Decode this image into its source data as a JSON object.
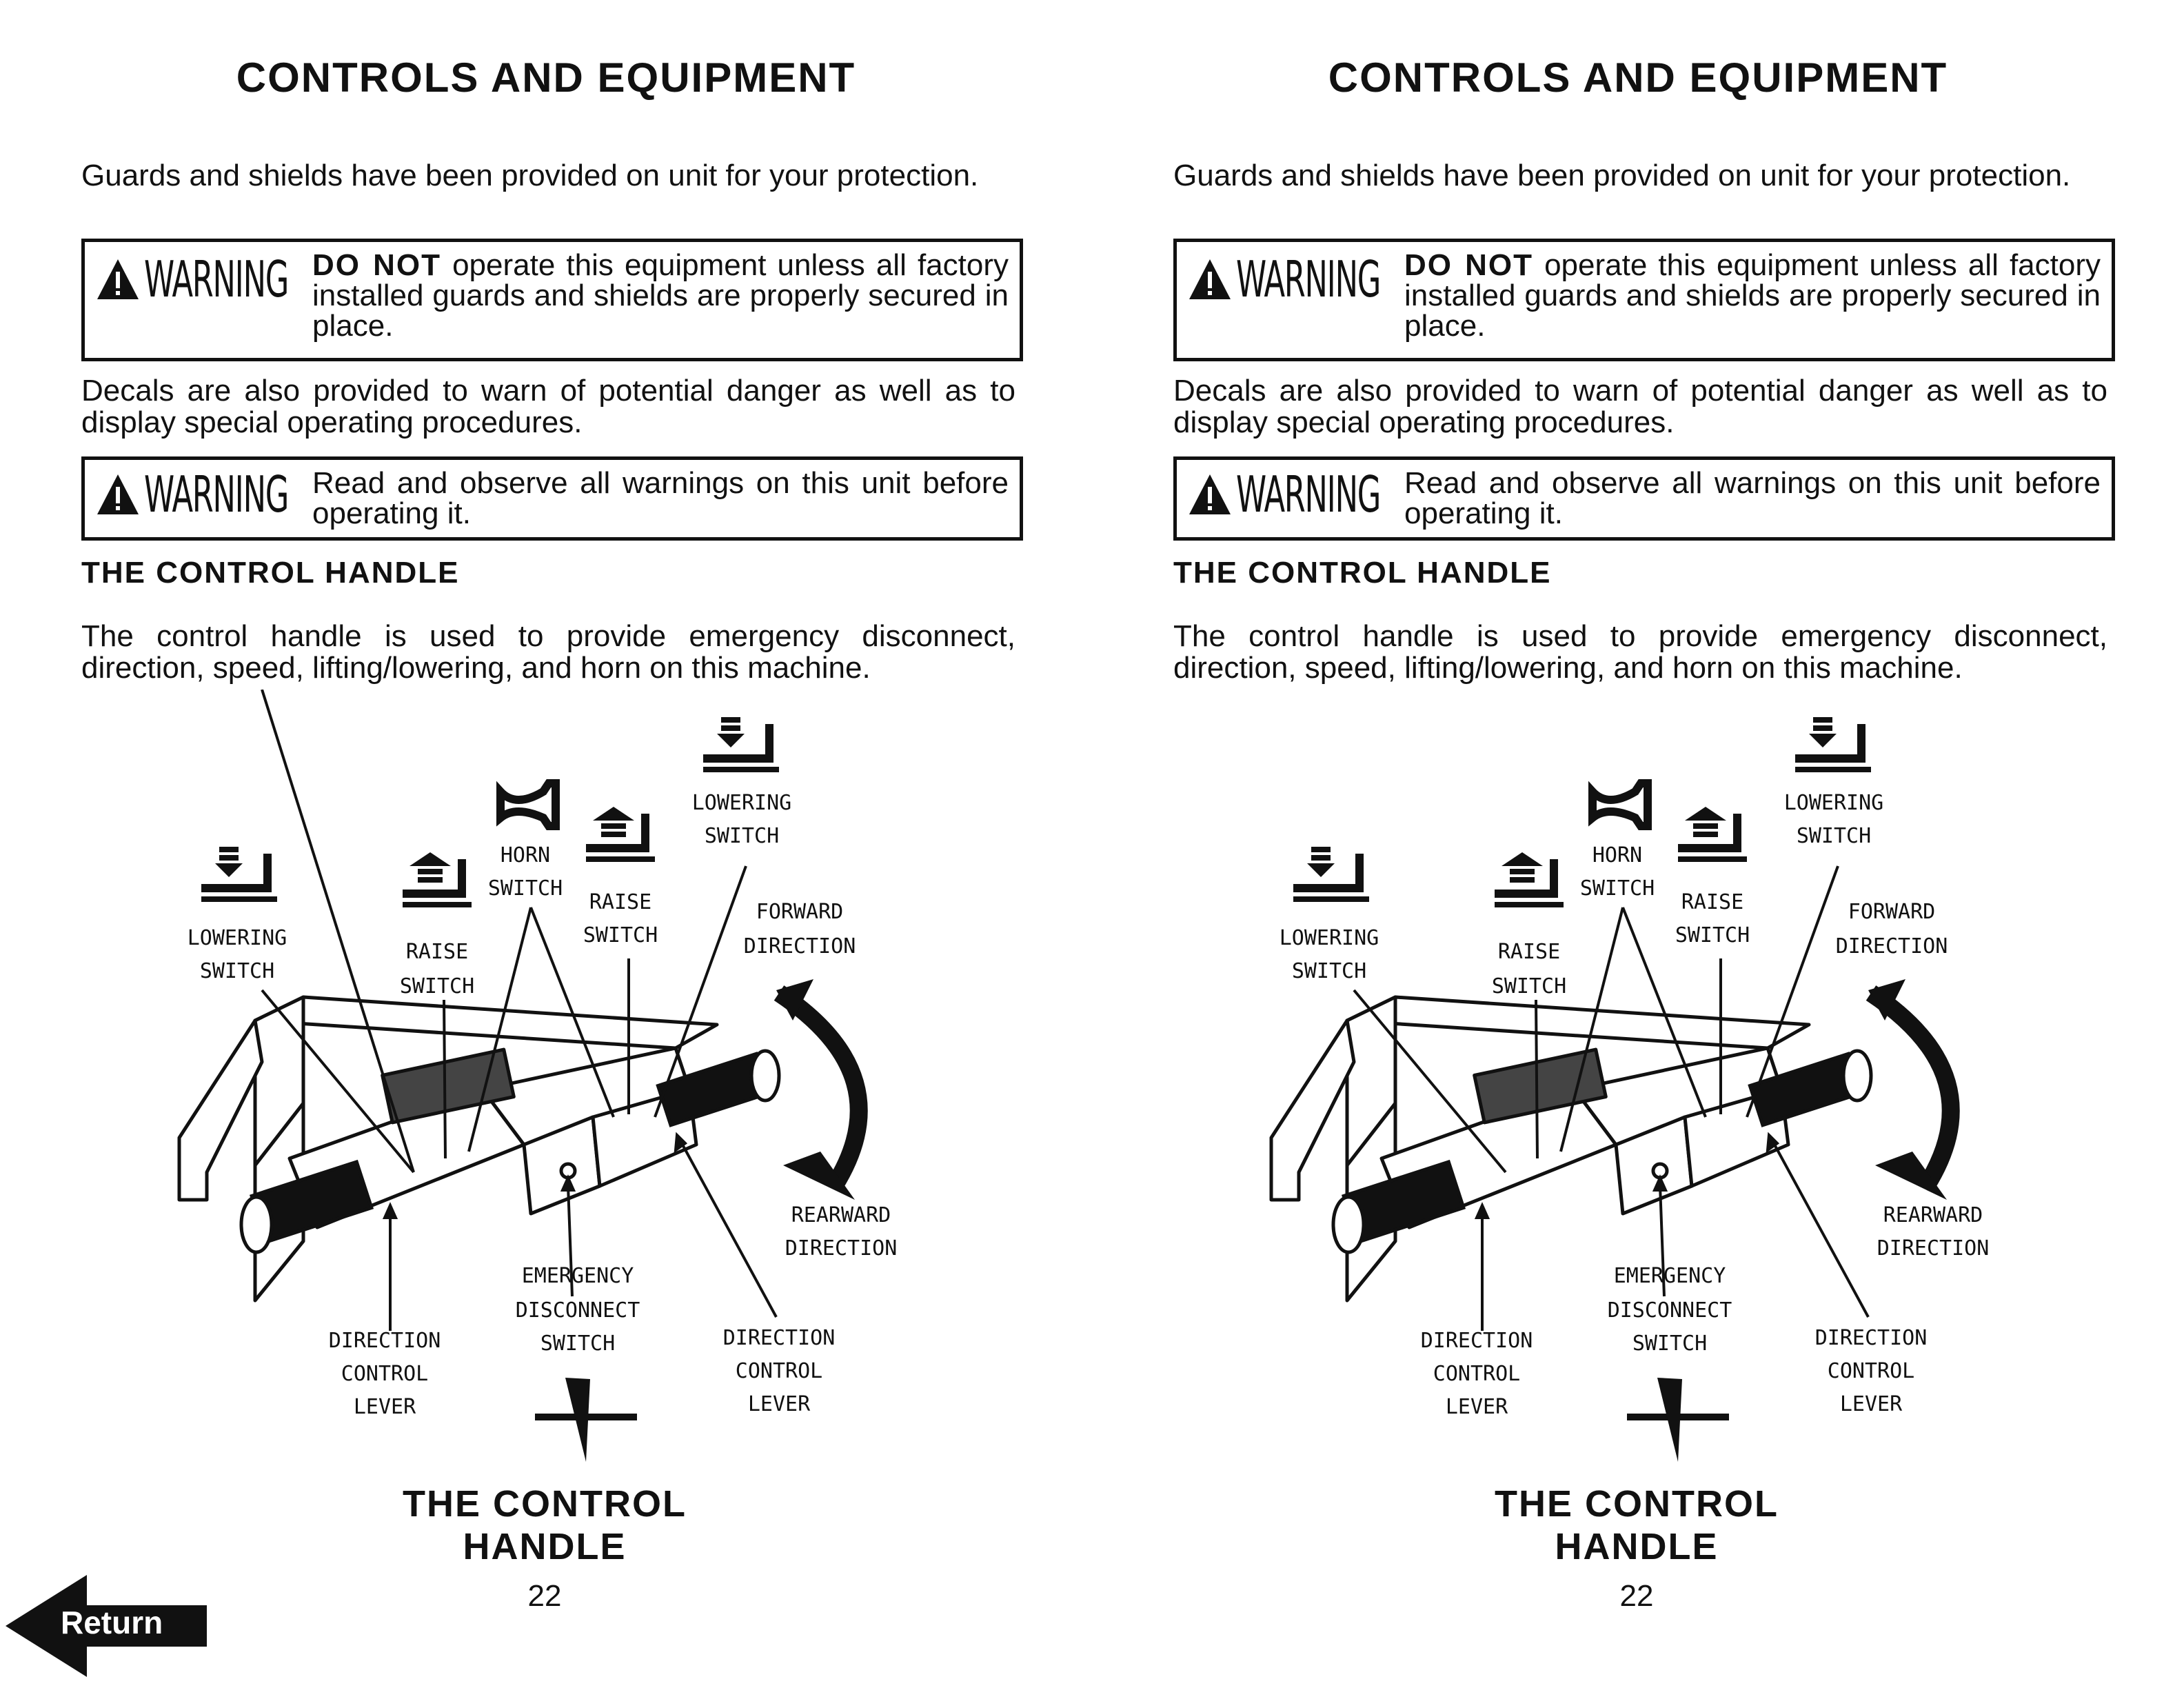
{
  "pages": [
    {
      "title": "CONTROLS AND EQUIPMENT",
      "intro": "Guards and shields have been provided on unit for your protection.",
      "warning1": {
        "badge": "WARNING",
        "lead": "DO NOT",
        "text": " operate this equipment unless all factory installed guards and shields are properly secured in place."
      },
      "decals": "Decals are also provided to warn of potential danger as well as to display special operating procedures.",
      "warning2": {
        "badge": "WARNING",
        "text": "Read and observe all warnings on this unit before operating it."
      },
      "section_heading": "THE CONTROL HANDLE",
      "section_text": "The control handle is used to provide emergency disconnect, direction, speed, lifting/lowering, and horn on this machine.",
      "diagram_labels": {
        "lowering_switch_left": [
          "LOWERING",
          "SWITCH"
        ],
        "raise_switch_left": [
          "RAISE",
          "SWITCH"
        ],
        "horn_switch": [
          "HORN",
          "SWITCH"
        ],
        "raise_switch_right": [
          "RAISE",
          "SWITCH"
        ],
        "lowering_switch_right": [
          "LOWERING",
          "SWITCH"
        ],
        "forward_direction": [
          "FORWARD",
          "DIRECTION"
        ],
        "rearward_direction": [
          "REARWARD",
          "DIRECTION"
        ],
        "emergency_disconnect": [
          "EMERGENCY",
          "DISCONNECT",
          "SWITCH"
        ],
        "direction_control_lever_left": [
          "DIRECTION",
          "CONTROL",
          "LEVER"
        ],
        "direction_control_lever_right": [
          "DIRECTION",
          "CONTROL",
          "LEVER"
        ]
      },
      "caption": "THE CONTROL HANDLE",
      "page_number": "22"
    },
    {
      "title": "CONTROLS AND EQUIPMENT",
      "intro": "Guards and shields have been provided on unit for your protection.",
      "warning1": {
        "badge": "WARNING",
        "lead": "DO NOT",
        "text": " operate this equipment unless all factory installed guards and shields are properly secured in place."
      },
      "decals": "Decals are also provided to warn of potential danger as well as to display special operating procedures.",
      "warning2": {
        "badge": "WARNING",
        "text": "Read and observe all warnings on this unit before operating it."
      },
      "section_heading": "THE CONTROL HANDLE",
      "section_text": "The control handle is used to provide emergency disconnect, direction, speed, lifting/lowering, and horn on this machine.",
      "diagram_labels": {
        "lowering_switch_left": [
          "LOWERING",
          "SWITCH"
        ],
        "raise_switch_left": [
          "RAISE",
          "SWITCH"
        ],
        "horn_switch": [
          "HORN",
          "SWITCH"
        ],
        "raise_switch_right": [
          "RAISE",
          "SWITCH"
        ],
        "lowering_switch_right": [
          "LOWERING",
          "SWITCH"
        ],
        "forward_direction": [
          "FORWARD",
          "DIRECTION"
        ],
        "rearward_direction": [
          "REARWARD",
          "DIRECTION"
        ],
        "emergency_disconnect": [
          "EMERGENCY",
          "DISCONNECT",
          "SWITCH"
        ],
        "direction_control_lever_left": [
          "DIRECTION",
          "CONTROL",
          "LEVER"
        ],
        "direction_control_lever_right": [
          "DIRECTION",
          "CONTROL",
          "LEVER"
        ]
      },
      "caption": "THE CONTROL HANDLE",
      "page_number": "22"
    }
  ],
  "nav": {
    "return_label": "Return"
  }
}
